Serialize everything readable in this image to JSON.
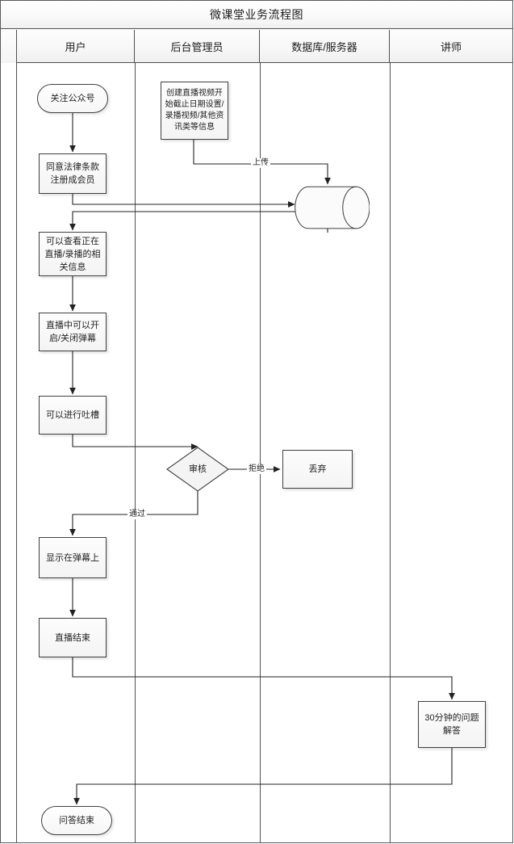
{
  "diagram": {
    "title": "微课堂业务流程图",
    "lanes": [
      {
        "id": "user",
        "label": "用户"
      },
      {
        "id": "admin",
        "label": "后台管理员"
      },
      {
        "id": "db",
        "label": "数据库/服务器"
      },
      {
        "id": "teacher",
        "label": "讲师"
      }
    ],
    "nodes": [
      {
        "id": "n1",
        "lane": "user",
        "shape": "terminal",
        "label": "关注公众号"
      },
      {
        "id": "n2",
        "lane": "user",
        "shape": "process",
        "label": "同意法律条款注册成会员"
      },
      {
        "id": "n3",
        "lane": "user",
        "shape": "process",
        "label": "可以查看正在直播/录播的相关信息"
      },
      {
        "id": "n4",
        "lane": "user",
        "shape": "process",
        "label": "直播中可以开启/关闭弹幕"
      },
      {
        "id": "n5",
        "lane": "user",
        "shape": "process",
        "label": "可以进行吐槽"
      },
      {
        "id": "n6",
        "lane": "user",
        "shape": "process",
        "label": "显示在弹幕上"
      },
      {
        "id": "n7",
        "lane": "user",
        "shape": "process",
        "label": "直播结束"
      },
      {
        "id": "n8",
        "lane": "user",
        "shape": "terminal",
        "label": "问答结束"
      },
      {
        "id": "a1",
        "lane": "admin",
        "shape": "process",
        "label": "创建直播视频开始截止日期设置/录播视频/其他资讯类等信息"
      },
      {
        "id": "a2",
        "lane": "admin",
        "shape": "decision",
        "label": "审核"
      },
      {
        "id": "d1",
        "lane": "db",
        "shape": "cylinder",
        "label": ""
      },
      {
        "id": "d2",
        "lane": "db",
        "shape": "process",
        "label": "丢弃"
      },
      {
        "id": "t1",
        "lane": "teacher",
        "shape": "process",
        "label": "30分钟的问题解答"
      }
    ],
    "edge_labels": [
      {
        "id": "e-upload",
        "label": "上传"
      },
      {
        "id": "e-reject",
        "label": "拒绝"
      },
      {
        "id": "e-pass",
        "label": "通过"
      }
    ],
    "colors": {
      "border": "#3c4043",
      "lane_border": "#4d5154",
      "node_fill": "#f4f4f4",
      "connector": "#222222",
      "text": "#222222",
      "background": "#ffffff"
    }
  }
}
